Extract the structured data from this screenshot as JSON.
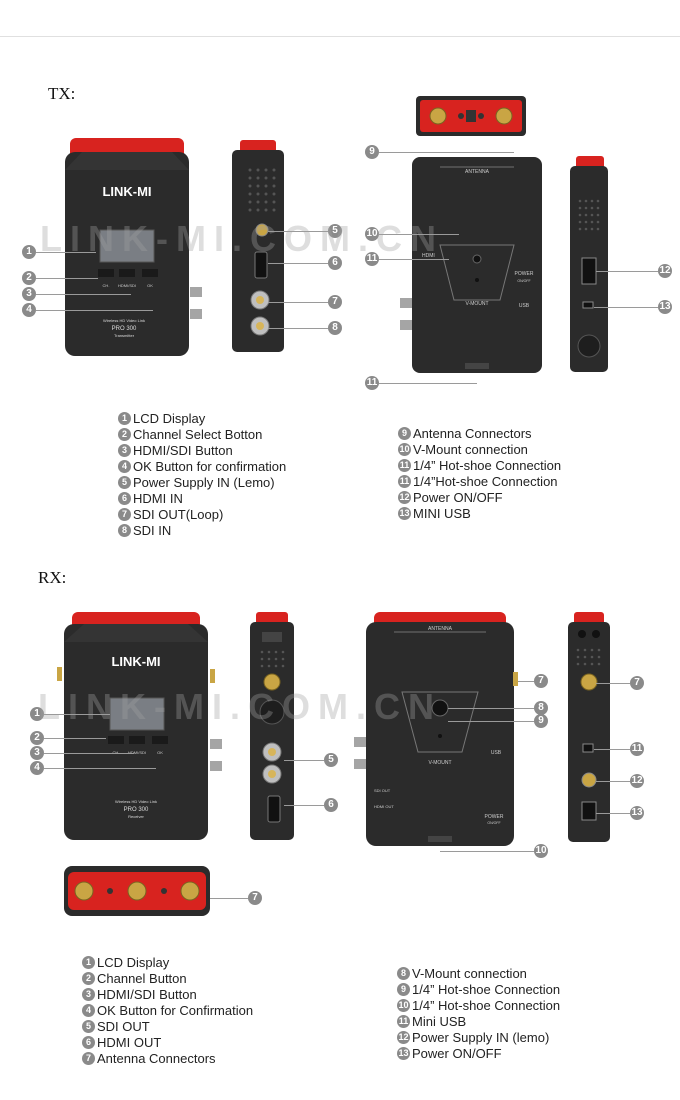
{
  "tx": {
    "label": "TX:",
    "front": {
      "brand": "LINK-MI",
      "model_line": "Wireless HD Video Link",
      "model": "PRO 300",
      "sub": "Transmitter",
      "btn1": "CH.",
      "btn2": "HDMI/SDI",
      "btn3": "OK"
    },
    "back": {
      "antenna_label": "ANTENNA",
      "vmount_label": "V-MOUNT",
      "power_label": "POWER",
      "power_sub": "ON/OFF",
      "usb_label": "USB",
      "hdmi_label": "HDMI"
    },
    "legend_left": [
      {
        "num": "1",
        "text": "LCD Display"
      },
      {
        "num": "2",
        "text": "Channel Select Botton"
      },
      {
        "num": "3",
        "text": "HDMI/SDI Button"
      },
      {
        "num": "4",
        "text": "OK Button for confirmation"
      },
      {
        "num": "5",
        "text": "Power Supply IN (Lemo)"
      },
      {
        "num": "6",
        "text": "HDMI IN"
      },
      {
        "num": "7",
        "text": "SDI OUT(Loop)"
      },
      {
        "num": "8",
        "text": "SDI IN"
      }
    ],
    "legend_right": [
      {
        "num": "9",
        "text": "Antenna Connectors"
      },
      {
        "num": "10",
        "text": "V-Mount connection"
      },
      {
        "num": "11",
        "text": "1/4” Hot-shoe Connection"
      },
      {
        "num": "11",
        "text": "1/4”Hot-shoe Connection"
      },
      {
        "num": "12",
        "text": "Power ON/OFF"
      },
      {
        "num": "13",
        "text": "MINI USB"
      }
    ]
  },
  "rx": {
    "label": "RX:",
    "front": {
      "brand": "LINK-MI",
      "model_line": "Wireless HD Video Link",
      "model": "PRO 300",
      "sub": "Receiver",
      "btn1": "CH.",
      "btn2": "HDMI/SDI",
      "btn3": "OK"
    },
    "back": {
      "antenna_label": "ANTENNA",
      "vmount_label": "V-MOUNT",
      "power_label": "POWER",
      "power_sub": "ON/OFF",
      "usb_label": "USB",
      "hdmi_label": "HDMI OUT",
      "sdi_label": "SDI OUT"
    },
    "legend_left": [
      {
        "num": "1",
        "text": "LCD Display"
      },
      {
        "num": "2",
        "text": "Channel Button"
      },
      {
        "num": "3",
        "text": "HDMI/SDI Button"
      },
      {
        "num": "4",
        "text": "OK Button for Confirmation"
      },
      {
        "num": "5",
        "text": "SDI OUT"
      },
      {
        "num": "6",
        "text": "HDMI OUT"
      },
      {
        "num": "7",
        "text": "Antenna Connectors"
      }
    ],
    "legend_right": [
      {
        "num": "8",
        "text": "V-Mount connection"
      },
      {
        "num": "9",
        "text": "1/4” Hot-shoe Connection"
      },
      {
        "num": "10",
        "text": "1/4” Hot-shoe Connection"
      },
      {
        "num": "11",
        "text": "Mini USB"
      },
      {
        "num": "12",
        "text": "Power Supply IN (lemo)"
      },
      {
        "num": "13",
        "text": "Power ON/OFF"
      }
    ]
  },
  "watermark": "LINK-MI.COM.CN",
  "colors": {
    "body": "#2b2b2b",
    "accent_red": "#d8231f",
    "gold": "#c9a544",
    "callout": "#8a8a8a"
  }
}
